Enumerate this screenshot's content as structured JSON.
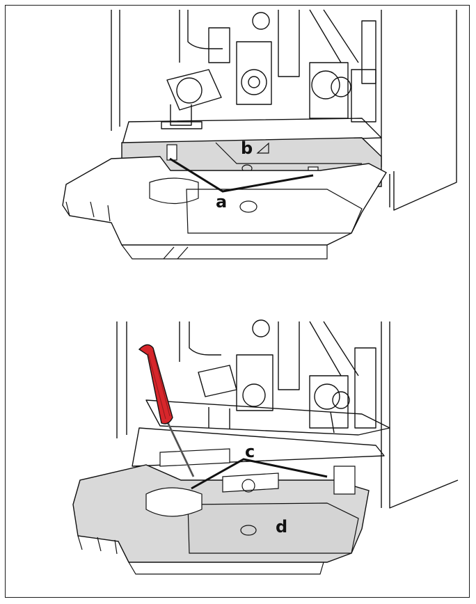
{
  "figure_top": {
    "callouts": {
      "a": "a",
      "b": "b"
    }
  },
  "figure_bottom": {
    "callouts": {
      "c": "c",
      "d": "d"
    },
    "tool": "screwdriver-icon"
  },
  "colors": {
    "line": "#111111",
    "shade": "#d9d9d9",
    "handle": "#d7262b",
    "background": "#ffffff"
  }
}
